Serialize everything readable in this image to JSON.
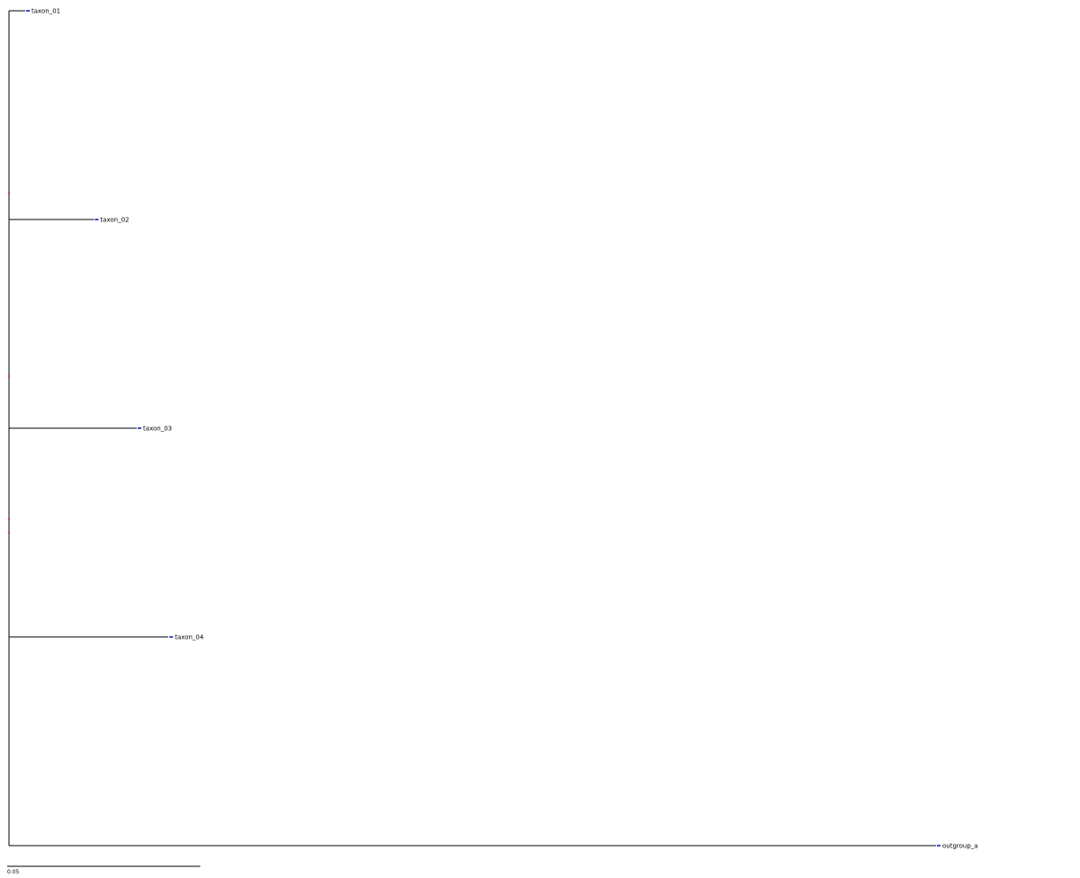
{
  "tree": {
    "root": {
      "children": [
        {
          "children": [
            {
              "label": "taxon_01",
              "length": 0.0042
            },
            {
              "children": [
                {
                  "label": "taxon_02",
                  "length": 0.022
                },
                {
                  "children": [
                    {
                      "label": "taxon_03",
                      "length": 0.0331
                    },
                    {
                      "label": "taxon_04",
                      "length": 0.0413
                    }
                  ]
                }
              ]
            }
          ]
        },
        {
          "label": "outgroup_a",
          "length": 0.24
        }
      ]
    }
  },
  "scale_bar": {
    "label": "0.05"
  }
}
